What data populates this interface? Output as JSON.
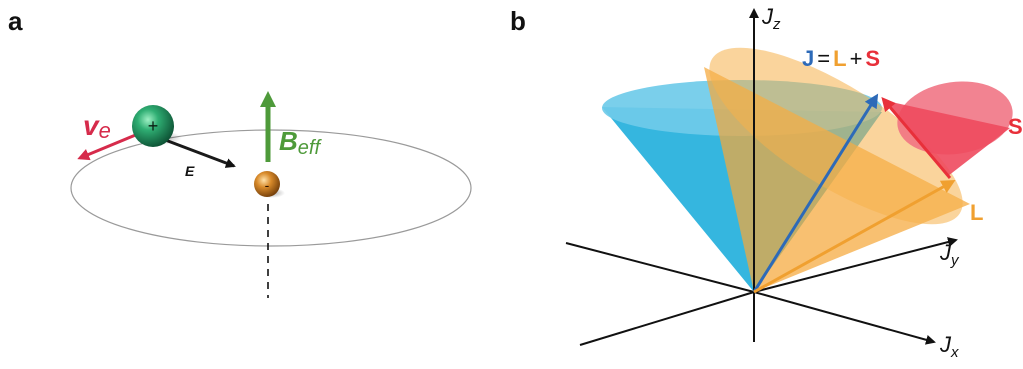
{
  "panel_a": {
    "label": "a",
    "proton_sign": "+",
    "electron_sign": "-",
    "velocity_label": "v",
    "velocity_subscript": "e",
    "field_e_label": "E",
    "b_field_label": "B",
    "b_field_subscript": "eff"
  },
  "panel_b": {
    "label": "b",
    "axis_z": "J",
    "axis_z_sub": "z",
    "axis_y": "J",
    "axis_y_sub": "y",
    "axis_x": "J",
    "axis_x_sub": "x",
    "eq_j": "J",
    "eq_equals": "=",
    "eq_l": "L",
    "eq_plus": "+",
    "eq_s": "S",
    "label_s": "S",
    "label_l": "L"
  },
  "colors": {
    "velocity": "#d62b4b",
    "b_field": "#4e9a3a",
    "proton": "#1d8a5a",
    "electron": "#c8751c",
    "j_blue": "#2d6ab8",
    "l_orange": "#f0a030",
    "s_red": "#e8303a",
    "cone_blue": "#2ab2dd",
    "cone_orange": "#f5b04a",
    "cone_red": "#ee4a5e"
  }
}
